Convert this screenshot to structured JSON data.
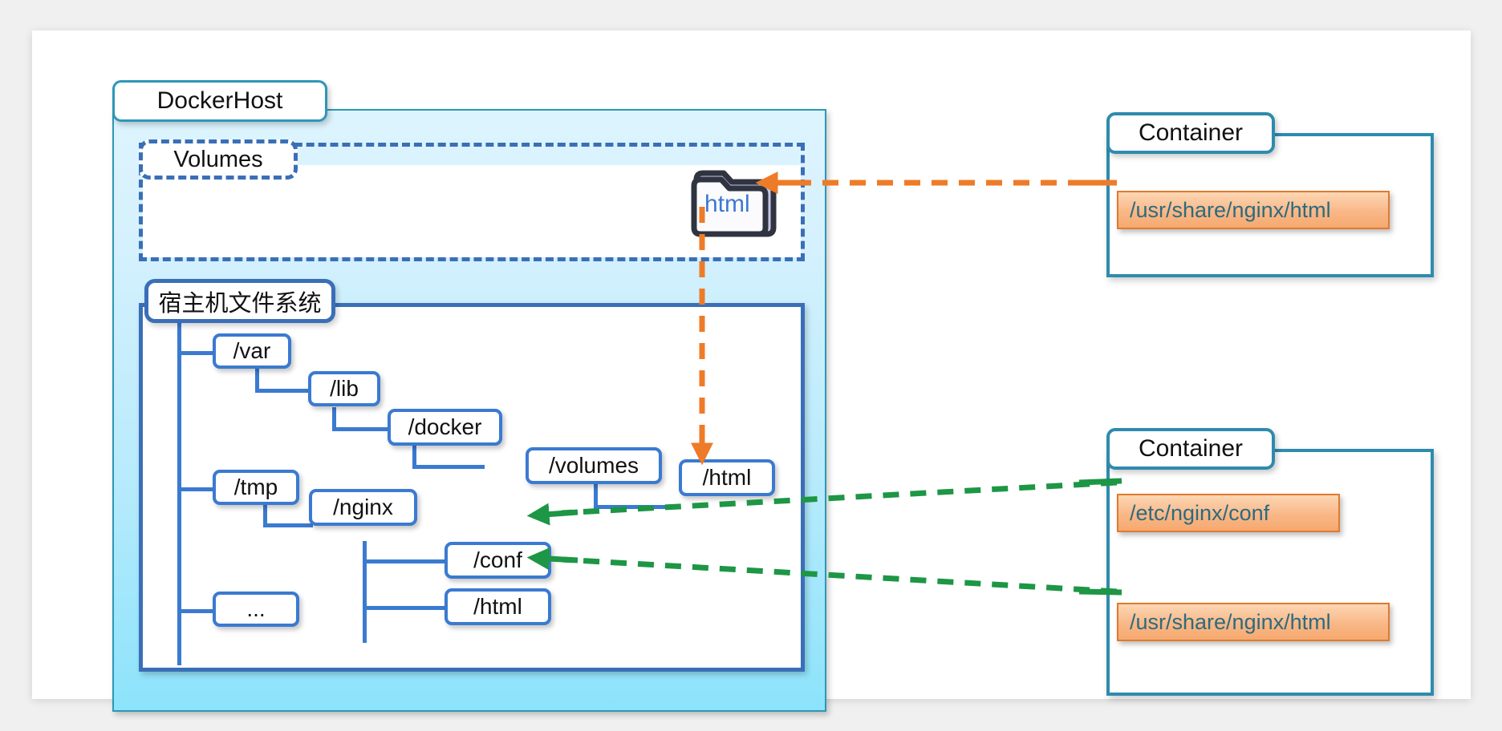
{
  "diagram": {
    "title_boxes": {
      "docker_host": "DockerHost",
      "volumes": "Volumes",
      "host_filesystem": "宿主机文件系统"
    },
    "filesystem_tree": [
      {
        "id": "var",
        "label": "/var"
      },
      {
        "id": "lib",
        "label": "/lib"
      },
      {
        "id": "docker",
        "label": "/docker"
      },
      {
        "id": "volumes",
        "label": "/volumes"
      },
      {
        "id": "html-vol",
        "label": "/html"
      },
      {
        "id": "tmp",
        "label": "/tmp"
      },
      {
        "id": "nginx",
        "label": "/nginx"
      },
      {
        "id": "conf",
        "label": "/conf"
      },
      {
        "id": "html-tmp",
        "label": "/html"
      },
      {
        "id": "ellipsis",
        "label": "..."
      }
    ],
    "volume_folder": {
      "icon": "folder-icon",
      "label": "html"
    },
    "containers": [
      {
        "id": "container-top",
        "title": "Container",
        "mounts": [
          "/usr/share/nginx/html"
        ]
      },
      {
        "id": "container-bottom",
        "title": "Container",
        "mounts": [
          "/etc/nginx/conf",
          "/usr/share/nginx/html"
        ]
      }
    ],
    "colors": {
      "docker_host_border": "#2e97b7",
      "docker_host_fill_top": "#ddf4fe",
      "docker_host_fill_bottom": "#8ce3fb",
      "volumes_dashed": "#3a6fb8",
      "tree_node_border": "#3a7ad1",
      "container_border": "#2e8bae",
      "mount_chip_fill": "#f9b787",
      "mount_chip_border": "#e07a2f",
      "mount_chip_text": "#2b6b7f",
      "orange_arrow": "#ee7b28",
      "green_arrow": "#1d9645",
      "canvas": "#ffffff",
      "page_background": "#f0f0f0"
    }
  }
}
